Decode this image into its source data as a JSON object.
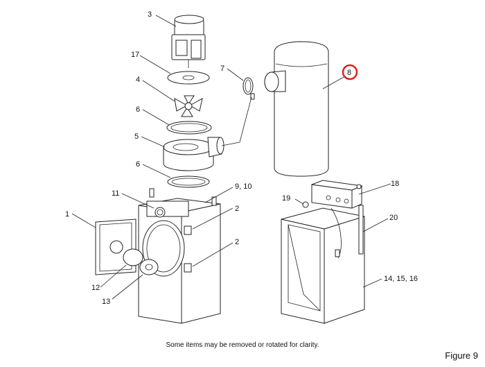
{
  "callouts": {
    "c1": "1",
    "c2a": "2",
    "c2b": "2",
    "c3": "3",
    "c4": "4",
    "c5": "5",
    "c6a": "6",
    "c6b": "6",
    "c7": "7",
    "c8": "8",
    "c9_10": "9, 10",
    "c11": "11",
    "c12": "12",
    "c13": "13",
    "c14_15_16": "14, 15, 16",
    "c17": "17",
    "c18": "18",
    "c19": "19",
    "c20": "20"
  },
  "highlight_color": "#e02020",
  "caption": "Some items may be removed or rotated for clarity.",
  "figure_label": "Figure 9"
}
